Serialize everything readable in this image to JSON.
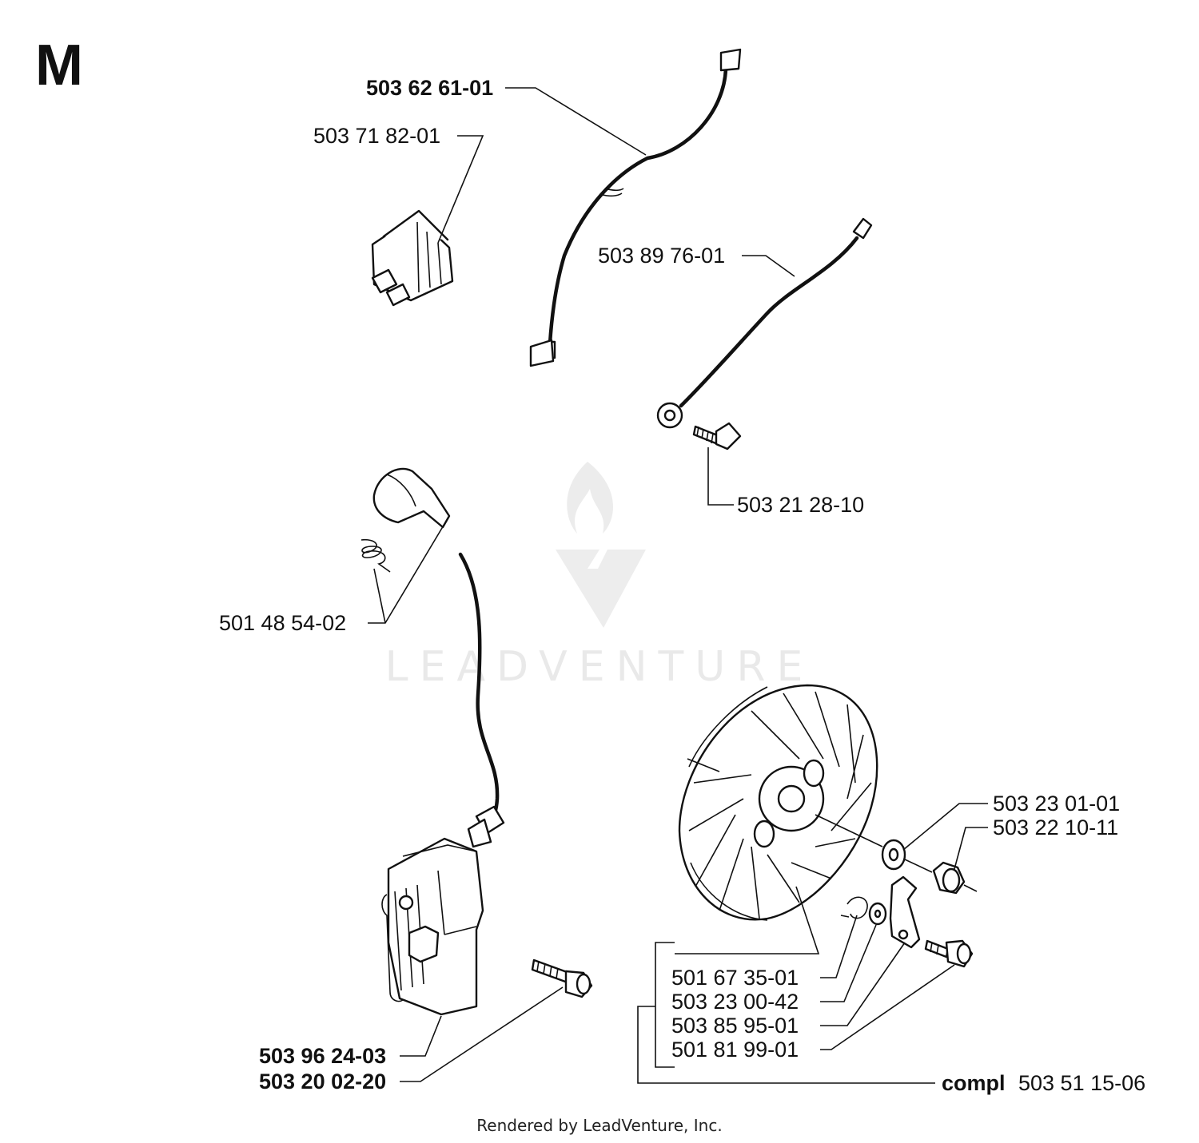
{
  "section_letter": "M",
  "watermark": "LEADVENTURE",
  "footer": "Rendered by LeadVenture, Inc.",
  "labels": {
    "cable_top": "503 62 61-01",
    "switch": "503 71 82-01",
    "cable_ground": "503 89 76-01",
    "ground_screw": "503 21 28-10",
    "plug_cap_spring": "501 48 54-02",
    "ignition_module": "503 96 24-03",
    "module_screw": "503 20 02-20",
    "flywheel_washer": "503 23 01-01",
    "flywheel_nut": "503 22 10-11",
    "pawl_spring": "501 67 35-01",
    "pawl_washer": "503 23 00-42",
    "pawl": "503 85 95-01",
    "pawl_screw": "501 81 99-01",
    "compl_prefix": "compl",
    "compl_number": "503 51 15-06"
  },
  "icons": {
    "watermark_logo": "flame-v-logo-icon"
  }
}
